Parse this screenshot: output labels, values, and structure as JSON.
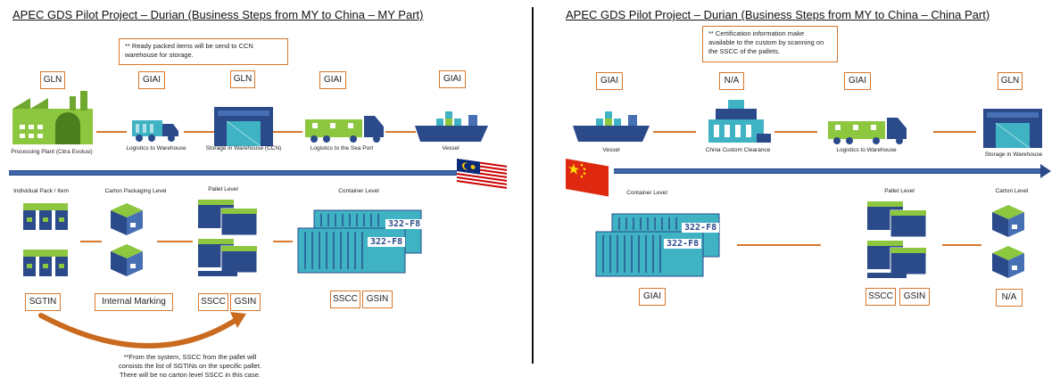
{
  "left": {
    "title": "APEC GDS Pilot Project – Durian (Business Steps from MY to China – MY Part)",
    "note": "** Ready packed items will be send to CCN warehouse for storage.",
    "top_tags": [
      "GLN",
      "GIAI",
      "GLN",
      "GIAI",
      "GIAI"
    ],
    "steps": [
      "Processing Plant (Citra Evolusi)",
      "Logistics to Warehouse",
      "Storage in Warehouse (CCN)",
      "Logistics to the Sea Port",
      "Vessel"
    ],
    "levels": [
      "Individual Pack / Item",
      "Carton Packaging Level",
      "Pallet Level",
      "Container Level"
    ],
    "bottom_tags": [
      "SGTIN",
      "Internal Marking",
      "SSCC",
      "GSIN",
      "SSCC",
      "GSIN"
    ],
    "container_code": "322-F8",
    "bottom_note": "**From the system, SSCC from the pallet will consists the list of SGTINs on the specific pallet. There will be no carton level SSCC in this case."
  },
  "right": {
    "title": "APEC GDS Pilot Project – Durian (Business Steps from MY to China – China Part)",
    "note": "** Certification information make available to the custom by scanning on the SSCC of the pallets.",
    "top_tags": [
      "GIAI",
      "N/A",
      "GIAI",
      "GLN"
    ],
    "steps": [
      "Vessel",
      "China Custom Clearance",
      "Logistics to Warehouse",
      "Storage in Warehouse"
    ],
    "levels": [
      "Container Level",
      "Pallet Level",
      "Carton Level"
    ],
    "bottom_tags": [
      "GIAI",
      "SSCC",
      "GSIN",
      "N/A"
    ],
    "container_code": "322-F8"
  },
  "colors": {
    "accent": "#d9772b",
    "navy": "#2a4a8a",
    "green": "#8dc63f",
    "teal": "#3fb3c4"
  }
}
